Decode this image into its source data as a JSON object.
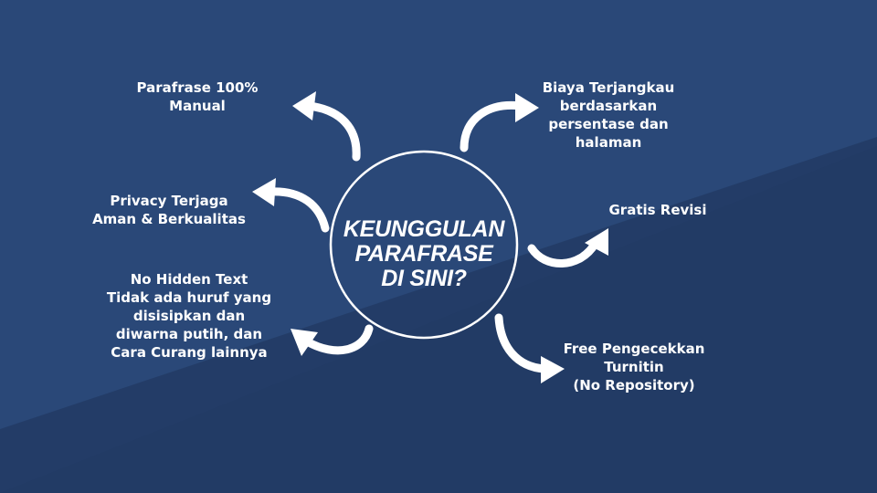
{
  "colors": {
    "background_dark": "#243d68",
    "background_light": "#2a4878",
    "foreground": "#ffffff"
  },
  "center": {
    "title_lines": [
      "KEUNGGULAN",
      "PARAFRASE",
      "DI SINI?"
    ]
  },
  "nodes": {
    "manual": {
      "lines": [
        "Parafrase 100%",
        "Manual"
      ]
    },
    "privacy": {
      "lines": [
        "Privacy Terjaga",
        "Aman & Berkualitas"
      ]
    },
    "hidden_text": {
      "lines": [
        "No Hidden Text",
        "Tidak ada huruf yang",
        "disisipkan dan",
        "diwarna putih, dan",
        "Cara Curang lainnya"
      ]
    },
    "biaya": {
      "lines": [
        "Biaya Terjangkau",
        "berdasarkan",
        "persentase dan",
        "halaman"
      ]
    },
    "revisi": {
      "lines": [
        "Gratis Revisi"
      ]
    },
    "turnitin": {
      "lines": [
        "Free Pengecekkan",
        "Turnitin",
        "(No Repository)"
      ]
    }
  }
}
